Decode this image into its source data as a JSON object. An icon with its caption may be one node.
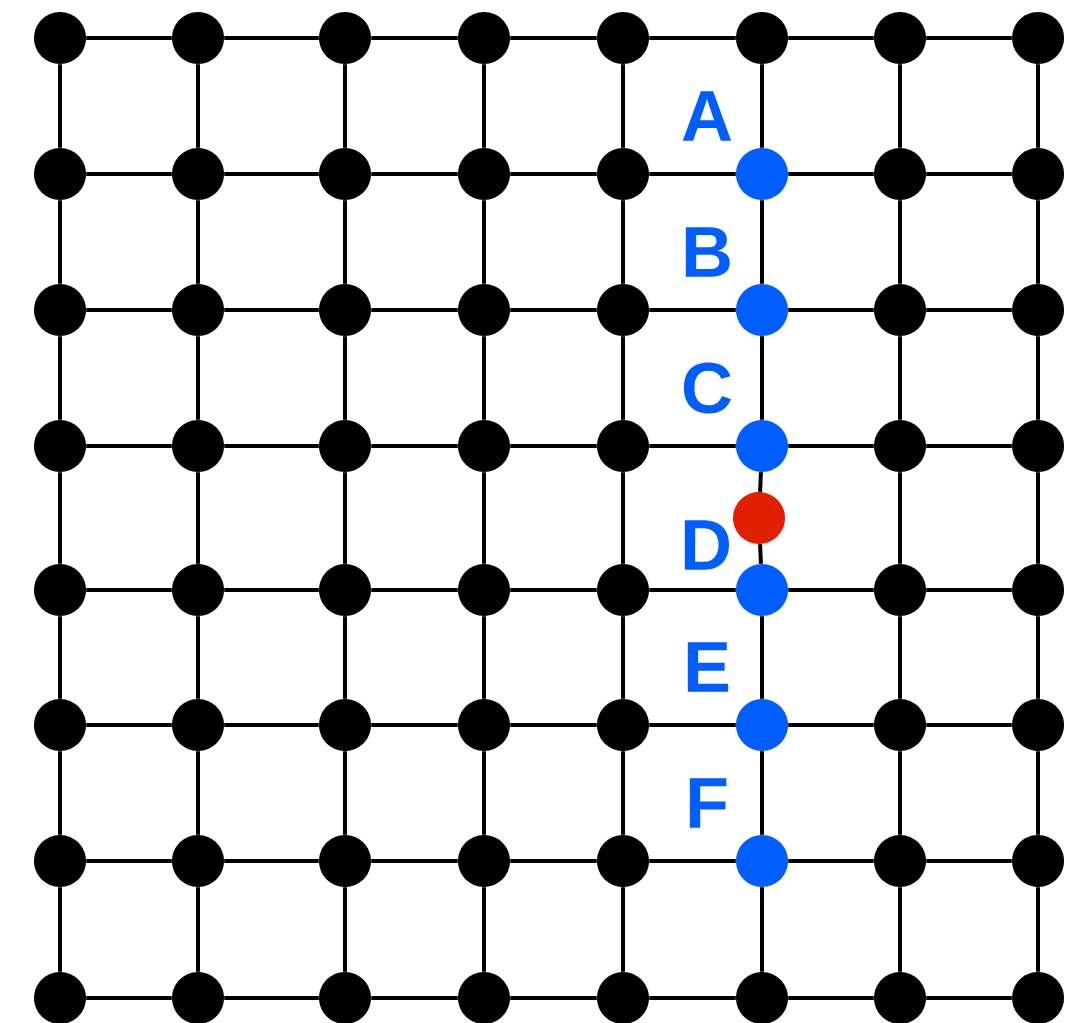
{
  "diagram": {
    "nodes": [
      {
        "text": [],
        "shape": "circle"
      },
      {
        "text": [],
        "shape": "circle"
      },
      {
        "text": [],
        "shape": "circle"
      },
      {
        "text": [],
        "shape": "circle"
      },
      {
        "text": [],
        "shape": "circle"
      },
      {
        "text": [],
        "shape": "circle"
      },
      {
        "text": [],
        "shape": "circle"
      },
      {
        "text": [],
        "shape": "circle"
      },
      {
        "text": [],
        "shape": "circle"
      },
      {
        "text": [],
        "shape": "circle"
      },
      {
        "text": [],
        "shape": "circle"
      },
      {
        "text": [],
        "shape": "circle"
      },
      {
        "text": [],
        "shape": "circle"
      },
      {
        "text": [],
        "shape": "circle",
        "beside": [
          "A"
        ]
      },
      {
        "text": [],
        "shape": "circle"
      },
      {
        "text": [],
        "shape": "circle"
      },
      {
        "text": [],
        "shape": "circle"
      },
      {
        "text": [],
        "shape": "circle"
      },
      {
        "text": [],
        "shape": "circle"
      },
      {
        "text": [],
        "shape": "circle"
      },
      {
        "text": [],
        "shape": "circle"
      },
      {
        "text": [],
        "shape": "circle",
        "beside": [
          "B"
        ]
      },
      {
        "text": [],
        "shape": "circle"
      },
      {
        "text": [],
        "shape": "circle"
      },
      {
        "text": [],
        "shape": "circle"
      },
      {
        "text": [],
        "shape": "circle"
      },
      {
        "text": [],
        "shape": "circle"
      },
      {
        "text": [],
        "shape": "circle"
      },
      {
        "text": [],
        "shape": "circle"
      },
      {
        "text": [],
        "shape": "circle",
        "beside": [
          "C"
        ]
      },
      {
        "text": [],
        "shape": "circle"
      },
      {
        "text": [],
        "shape": "circle"
      },
      {
        "text": [],
        "shape": "circle"
      },
      {
        "text": [],
        "shape": "circle"
      },
      {
        "text": [],
        "shape": "circle"
      },
      {
        "text": [],
        "shape": "circle"
      },
      {
        "text": [],
        "shape": "circle"
      },
      {
        "text": [],
        "shape": "circle",
        "beside": [
          "D"
        ]
      },
      {
        "text": [],
        "shape": "circle"
      },
      {
        "text": [],
        "shape": "circle"
      },
      {
        "text": [],
        "shape": "circle"
      },
      {
        "text": [],
        "shape": "circle"
      },
      {
        "text": [],
        "shape": "circle"
      },
      {
        "text": [],
        "shape": "circle"
      },
      {
        "text": [],
        "shape": "circle"
      },
      {
        "text": [],
        "shape": "circle",
        "beside": [
          "E"
        ]
      },
      {
        "text": [],
        "shape": "circle"
      },
      {
        "text": [],
        "shape": "circle"
      },
      {
        "text": [],
        "shape": "circle"
      },
      {
        "text": [],
        "shape": "circle"
      },
      {
        "text": [],
        "shape": "circle"
      },
      {
        "text": [],
        "shape": "circle"
      },
      {
        "text": [],
        "shape": "circle"
      },
      {
        "text": [],
        "shape": "circle",
        "beside": [
          "F"
        ]
      },
      {
        "text": [],
        "shape": "circle"
      },
      {
        "text": [],
        "shape": "circle"
      },
      {
        "text": [],
        "shape": "circle"
      },
      {
        "text": [],
        "shape": "circle"
      },
      {
        "text": [],
        "shape": "circle"
      },
      {
        "text": [],
        "shape": "circle"
      },
      {
        "text": [],
        "shape": "circle"
      },
      {
        "text": [],
        "shape": "circle"
      },
      {
        "text": [],
        "shape": "circle"
      },
      {
        "text": [],
        "shape": "circle"
      },
      {
        "text": [],
        "shape": "circle"
      }
    ],
    "edges": [
      {
        "from": 0,
        "to": 1,
        "arrow": "none"
      },
      {
        "from": 1,
        "to": 2,
        "arrow": "none"
      },
      {
        "from": 2,
        "to": 3,
        "arrow": "none"
      },
      {
        "from": 3,
        "to": 4,
        "arrow": "none"
      },
      {
        "from": 4,
        "to": 5,
        "arrow": "none"
      },
      {
        "from": 5,
        "to": 6,
        "arrow": "none"
      },
      {
        "from": 6,
        "to": 7,
        "arrow": "none"
      },
      {
        "from": 8,
        "to": 9,
        "arrow": "none"
      },
      {
        "from": 9,
        "to": 10,
        "arrow": "none"
      },
      {
        "from": 10,
        "to": 11,
        "arrow": "none"
      },
      {
        "from": 11,
        "to": 12,
        "arrow": "none"
      },
      {
        "from": 12,
        "to": 13,
        "arrow": "none"
      },
      {
        "from": 13,
        "to": 14,
        "arrow": "none"
      },
      {
        "from": 14,
        "to": 15,
        "arrow": "none"
      },
      {
        "from": 16,
        "to": 17,
        "arrow": "none"
      },
      {
        "from": 17,
        "to": 18,
        "arrow": "none"
      },
      {
        "from": 18,
        "to": 19,
        "arrow": "none"
      },
      {
        "from": 19,
        "to": 20,
        "arrow": "none"
      },
      {
        "from": 20,
        "to": 21,
        "arrow": "none"
      },
      {
        "from": 21,
        "to": 22,
        "arrow": "none"
      },
      {
        "from": 22,
        "to": 23,
        "arrow": "none"
      },
      {
        "from": 24,
        "to": 25,
        "arrow": "none"
      },
      {
        "from": 25,
        "to": 26,
        "arrow": "none"
      },
      {
        "from": 26,
        "to": 27,
        "arrow": "none"
      },
      {
        "from": 27,
        "to": 28,
        "arrow": "none"
      },
      {
        "from": 28,
        "to": 29,
        "arrow": "none"
      },
      {
        "from": 29,
        "to": 30,
        "arrow": "none"
      },
      {
        "from": 30,
        "to": 31,
        "arrow": "none"
      },
      {
        "from": 32,
        "to": 33,
        "arrow": "none"
      },
      {
        "from": 33,
        "to": 34,
        "arrow": "none"
      },
      {
        "from": 34,
        "to": 35,
        "arrow": "none"
      },
      {
        "from": 35,
        "to": 36,
        "arrow": "none"
      },
      {
        "from": 36,
        "to": 37,
        "arrow": "none"
      },
      {
        "from": 37,
        "to": 38,
        "arrow": "none"
      },
      {
        "from": 38,
        "to": 39,
        "arrow": "none"
      },
      {
        "from": 40,
        "to": 41,
        "arrow": "none"
      },
      {
        "from": 41,
        "to": 42,
        "arrow": "none"
      },
      {
        "from": 42,
        "to": 43,
        "arrow": "none"
      },
      {
        "from": 43,
        "to": 44,
        "arrow": "none"
      },
      {
        "from": 44,
        "to": 45,
        "arrow": "none"
      },
      {
        "from": 45,
        "to": 46,
        "arrow": "none"
      },
      {
        "from": 46,
        "to": 47,
        "arrow": "none"
      },
      {
        "from": 48,
        "to": 49,
        "arrow": "none"
      },
      {
        "from": 49,
        "to": 50,
        "arrow": "none"
      },
      {
        "from": 50,
        "to": 51,
        "arrow": "none"
      },
      {
        "from": 51,
        "to": 52,
        "arrow": "none"
      },
      {
        "from": 52,
        "to": 53,
        "arrow": "none"
      },
      {
        "from": 53,
        "to": 54,
        "arrow": "none"
      },
      {
        "from": 54,
        "to": 55,
        "arrow": "none"
      },
      {
        "from": 56,
        "to": 57,
        "arrow": "none"
      },
      {
        "from": 57,
        "to": 58,
        "arrow": "none"
      },
      {
        "from": 58,
        "to": 59,
        "arrow": "none"
      },
      {
        "from": 59,
        "to": 60,
        "arrow": "none"
      },
      {
        "from": 60,
        "to": 61,
        "arrow": "none"
      },
      {
        "from": 61,
        "to": 62,
        "arrow": "none"
      },
      {
        "from": 62,
        "to": 63,
        "arrow": "none"
      },
      {
        "from": 0,
        "to": 8,
        "arrow": "none"
      },
      {
        "from": 8,
        "to": 16,
        "arrow": "none"
      },
      {
        "from": 16,
        "to": 24,
        "arrow": "none"
      },
      {
        "from": 24,
        "to": 32,
        "arrow": "none"
      },
      {
        "from": 32,
        "to": 40,
        "arrow": "none"
      },
      {
        "from": 40,
        "to": 48,
        "arrow": "none"
      },
      {
        "from": 48,
        "to": 56,
        "arrow": "none"
      },
      {
        "from": 1,
        "to": 9,
        "arrow": "none"
      },
      {
        "from": 9,
        "to": 17,
        "arrow": "none"
      },
      {
        "from": 17,
        "to": 25,
        "arrow": "none"
      },
      {
        "from": 25,
        "to": 33,
        "arrow": "none"
      },
      {
        "from": 33,
        "to": 41,
        "arrow": "none"
      },
      {
        "from": 41,
        "to": 49,
        "arrow": "none"
      },
      {
        "from": 49,
        "to": 57,
        "arrow": "none"
      },
      {
        "from": 2,
        "to": 10,
        "arrow": "none"
      },
      {
        "from": 10,
        "to": 18,
        "arrow": "none"
      },
      {
        "from": 18,
        "to": 26,
        "arrow": "none"
      },
      {
        "from": 26,
        "to": 34,
        "arrow": "none"
      },
      {
        "from": 34,
        "to": 42,
        "arrow": "none"
      },
      {
        "from": 42,
        "to": 50,
        "arrow": "none"
      },
      {
        "from": 50,
        "to": 58,
        "arrow": "none"
      },
      {
        "from": 3,
        "to": 11,
        "arrow": "none"
      },
      {
        "from": 11,
        "to": 19,
        "arrow": "none"
      },
      {
        "from": 19,
        "to": 27,
        "arrow": "none"
      },
      {
        "from": 27,
        "to": 35,
        "arrow": "none"
      },
      {
        "from": 35,
        "to": 43,
        "arrow": "none"
      },
      {
        "from": 43,
        "to": 51,
        "arrow": "none"
      },
      {
        "from": 51,
        "to": 59,
        "arrow": "none"
      },
      {
        "from": 4,
        "to": 12,
        "arrow": "none"
      },
      {
        "from": 12,
        "to": 20,
        "arrow": "none"
      },
      {
        "from": 20,
        "to": 28,
        "arrow": "none"
      },
      {
        "from": 28,
        "to": 36,
        "arrow": "none"
      },
      {
        "from": 36,
        "to": 44,
        "arrow": "none"
      },
      {
        "from": 44,
        "to": 52,
        "arrow": "none"
      },
      {
        "from": 52,
        "to": 60,
        "arrow": "none"
      },
      {
        "from": 5,
        "to": 13,
        "arrow": "none"
      },
      {
        "from": 13,
        "to": 21,
        "arrow": "none"
      },
      {
        "from": 21,
        "to": 29,
        "arrow": "none"
      },
      {
        "from": 29,
        "to": 64,
        "arrow": "none"
      },
      {
        "from": 64,
        "to": 37,
        "arrow": "none"
      },
      {
        "from": 37,
        "to": 45,
        "arrow": "none"
      },
      {
        "from": 45,
        "to": 53,
        "arrow": "none"
      },
      {
        "from": 53,
        "to": 61,
        "arrow": "none"
      },
      {
        "from": 6,
        "to": 14,
        "arrow": "none"
      },
      {
        "from": 14,
        "to": 22,
        "arrow": "none"
      },
      {
        "from": 22,
        "to": 30,
        "arrow": "none"
      },
      {
        "from": 30,
        "to": 38,
        "arrow": "none"
      },
      {
        "from": 38,
        "to": 46,
        "arrow": "none"
      },
      {
        "from": 46,
        "to": 54,
        "arrow": "none"
      },
      {
        "from": 54,
        "to": 62,
        "arrow": "none"
      },
      {
        "from": 7,
        "to": 15,
        "arrow": "none"
      },
      {
        "from": 15,
        "to": 23,
        "arrow": "none"
      },
      {
        "from": 23,
        "to": 31,
        "arrow": "none"
      },
      {
        "from": 31,
        "to": 39,
        "arrow": "none"
      },
      {
        "from": 39,
        "to": 47,
        "arrow": "none"
      },
      {
        "from": 47,
        "to": 55,
        "arrow": "none"
      },
      {
        "from": 55,
        "to": 63,
        "arrow": "none"
      }
    ]
  }
}
